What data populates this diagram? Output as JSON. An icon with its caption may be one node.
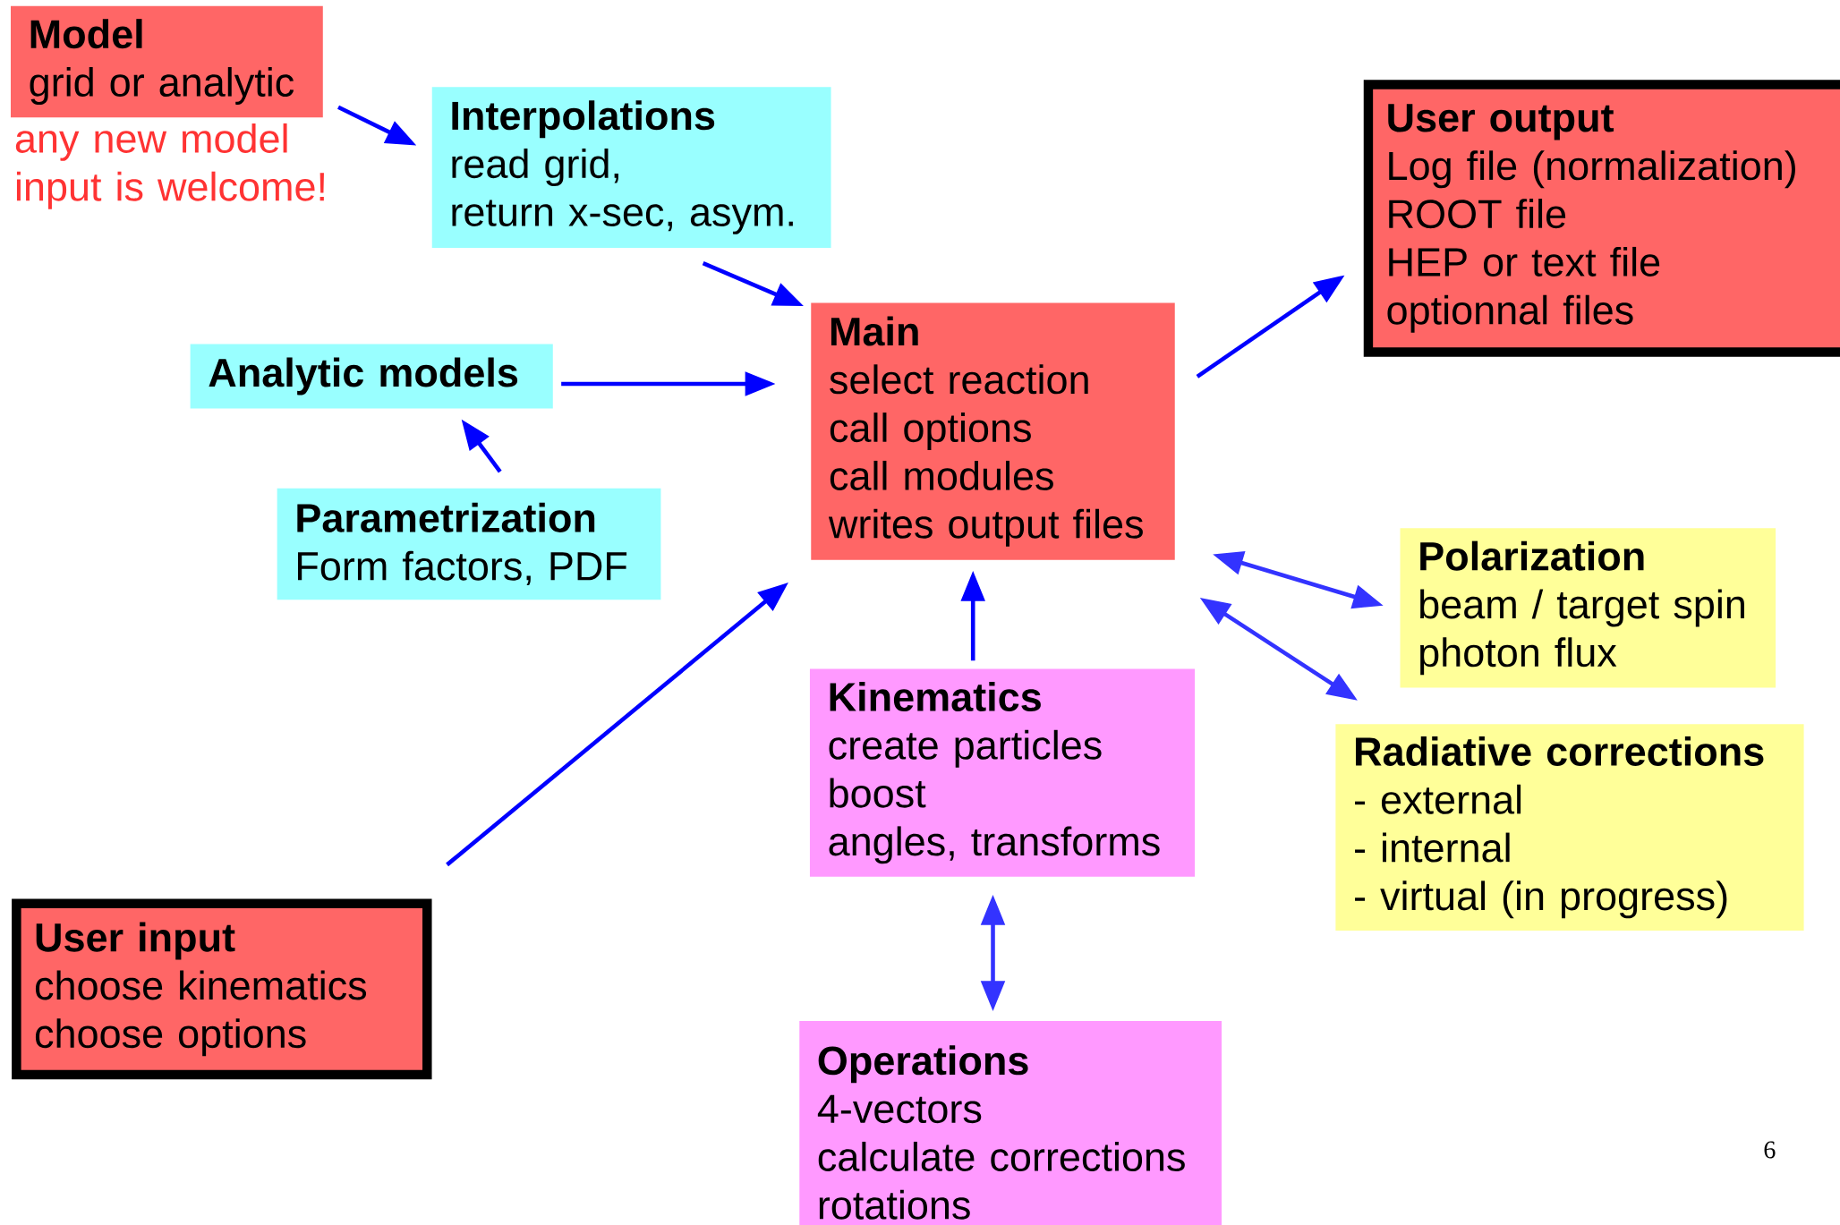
{
  "diagram": {
    "nodes": [
      {
        "text": [
          "Model",
          "grid or analytic"
        ],
        "beside": [
          "any new model input is welcome!"
        ]
      },
      {
        "text": [
          "Interpolations",
          "read grid,",
          "return x-sec, asym."
        ]
      },
      {
        "text": [
          "Analytic models"
        ]
      },
      {
        "text": [
          "Parametrization",
          "Form factors, PDF"
        ]
      },
      {
        "text": [
          "Main",
          "select reaction",
          "call options",
          "call modules",
          "writes output files"
        ]
      },
      {
        "text": [
          "User output",
          "Log file (normalization)",
          "ROOT file",
          "HEP or text file",
          "optionnal files"
        ]
      },
      {
        "text": [
          "Polarization",
          "beam / target spin",
          "photon flux"
        ]
      },
      {
        "text": [
          "Kinematics",
          "create particles",
          "boost",
          "angles, transforms"
        ]
      },
      {
        "text": [
          "Radiative corrections",
          "- external",
          "- internal",
          "- virtual (in progress)"
        ]
      },
      {
        "text": [
          "User input",
          "choose kinematics",
          "choose options"
        ]
      },
      {
        "text": [
          "Operations",
          "4-vectors",
          "calculate corrections",
          "rotations"
        ]
      }
    ],
    "edges": [
      {
        "from": 0,
        "to": 1,
        "arrow": "to"
      },
      {
        "from": 1,
        "to": 4,
        "arrow": "to"
      },
      {
        "from": 2,
        "to": 4,
        "arrow": "to"
      },
      {
        "from": 3,
        "to": 2,
        "arrow": "to"
      },
      {
        "from": 4,
        "to": 5,
        "arrow": "to"
      },
      {
        "from": 9,
        "to": 4,
        "arrow": "to"
      },
      {
        "from": 7,
        "to": 4,
        "arrow": "to"
      },
      {
        "from": 4,
        "to": 6,
        "arrow": "both",
        "color": "#3333ff"
      },
      {
        "from": 4,
        "to": 8,
        "arrow": "both",
        "color": "#3333ff"
      },
      {
        "from": 7,
        "to": 10,
        "arrow": "both",
        "color": "#3333ff"
      }
    ],
    "labels": [
      "6"
    ]
  }
}
